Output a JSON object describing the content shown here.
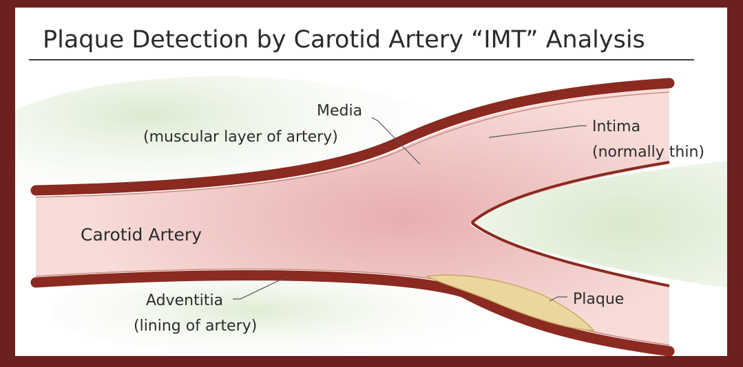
{
  "title": "Plaque Detection by Carotid Artery “IMT” Analysis",
  "labels": {
    "media_line1": "Media",
    "media_line2": "(muscular layer of artery)",
    "intima_line1": "Intima",
    "intima_line2": "(normally thin)",
    "carotid_artery": "Carotid Artery",
    "adventitia_line1": "Adventitia",
    "adventitia_line2": "(lining of artery)",
    "plaque": "Plaque"
  },
  "colors": {
    "frame": "#6e1f1f",
    "artery_wall": "#8a2a20",
    "lumen": "#f6dad6",
    "plaque": "#ecd6a0",
    "tissue_green": "#dbead0"
  }
}
